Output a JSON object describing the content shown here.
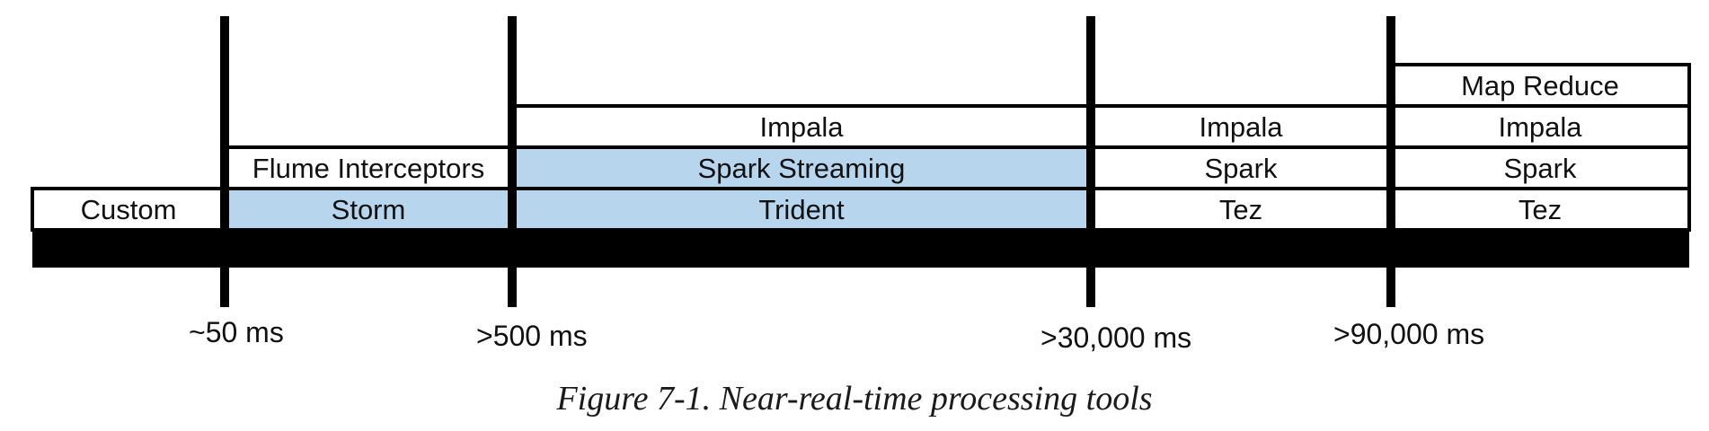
{
  "colors": {
    "highlight": "#b7d6ee",
    "line": "#000000",
    "box": "#ffffff"
  },
  "thresholds": [
    {
      "label": "~50 ms"
    },
    {
      "label": ">500 ms"
    },
    {
      "label": ">30,000 ms"
    },
    {
      "label": ">90,000 ms"
    }
  ],
  "columns": [
    {
      "cells": [
        {
          "text": "Custom",
          "highlight": false
        }
      ]
    },
    {
      "cells": [
        {
          "text": "Storm",
          "highlight": true
        },
        {
          "text": "Flume Interceptors",
          "highlight": false
        }
      ]
    },
    {
      "cells": [
        {
          "text": "Trident",
          "highlight": true
        },
        {
          "text": "Spark Streaming",
          "highlight": true
        },
        {
          "text": "Impala",
          "highlight": false
        }
      ]
    },
    {
      "cells": [
        {
          "text": "Tez",
          "highlight": false
        },
        {
          "text": "Spark",
          "highlight": false
        },
        {
          "text": "Impala",
          "highlight": false
        }
      ]
    },
    {
      "cells": [
        {
          "text": "Tez",
          "highlight": false
        },
        {
          "text": "Spark",
          "highlight": false
        },
        {
          "text": "Impala",
          "highlight": false
        },
        {
          "text": "Map Reduce",
          "highlight": false
        }
      ]
    }
  ],
  "caption": "Figure 7-1. Near-real-time processing tools"
}
